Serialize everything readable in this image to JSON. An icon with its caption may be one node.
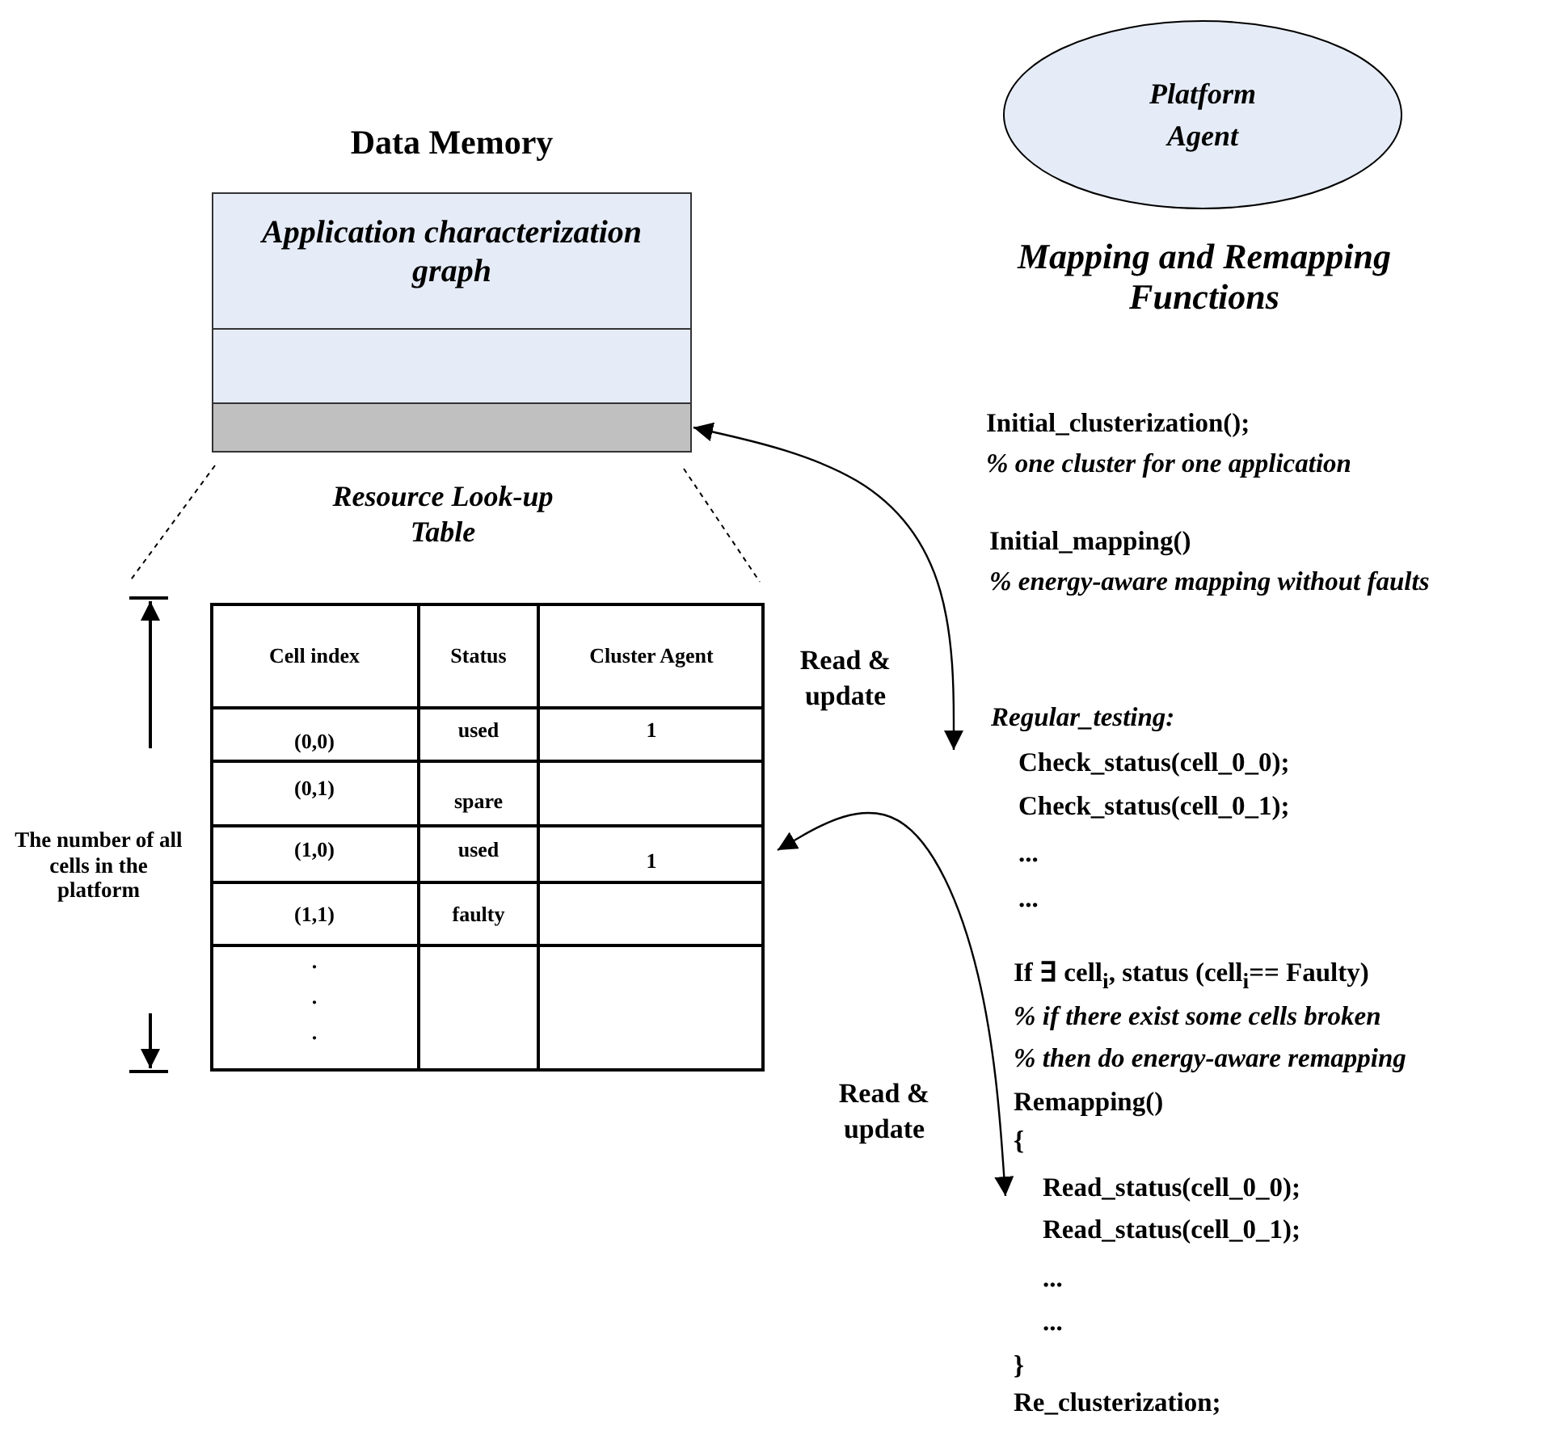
{
  "diagram": {
    "nodes": [
      {
        "text": [
          "Data Memory"
        ]
      },
      {
        "text": [
          "Application characterization graph"
        ],
        "in": 0
      },
      {
        "text": [],
        "shape": "box",
        "in": 0
      },
      {
        "text": [],
        "shape": "bar",
        "in": 0
      },
      {
        "text": [
          "Resource Look-up Table"
        ]
      },
      {
        "text": [
          "Platform Agent"
        ]
      },
      {
        "text": [
          "Regular_testing:",
          "Check_status(cell_0_0);",
          "Check_status(cell_0_1);",
          "...",
          "..."
        ]
      },
      {
        "text": [
          "If ∃ cell$_{i}$, status (cell$_{i}$== Faulty)",
          "% if there exist some cells broken",
          "% then do energy-aware remapping",
          "Remapping()",
          "{",
          "Read_status(cell_0_0);",
          "Read_status(cell_0_1);",
          "...",
          "...",
          "}",
          "Re_clusterization;"
        ]
      }
    ],
    "edges": [
      {
        "from": 3,
        "to": 6,
        "arrow": "both",
        "label": "Read & update"
      },
      {
        "from": 4,
        "to": 7,
        "arrow": "both",
        "label": "Read & update"
      }
    ],
    "labels": [
      "The number of all cells in the platform",
      "Cell index",
      "Status",
      "Cluster Agent",
      "(0,0)",
      "used",
      "1",
      "(0,1)",
      "spare",
      "(1,0)",
      "used",
      "1",
      "(1,1)",
      "faulty",
      ".",
      ".",
      ".",
      "Mapping and Remapping Functions",
      "Initial_clusterization();",
      "% one cluster for one application",
      "Initial_mapping()",
      "% energy-aware mapping without faults"
    ]
  }
}
